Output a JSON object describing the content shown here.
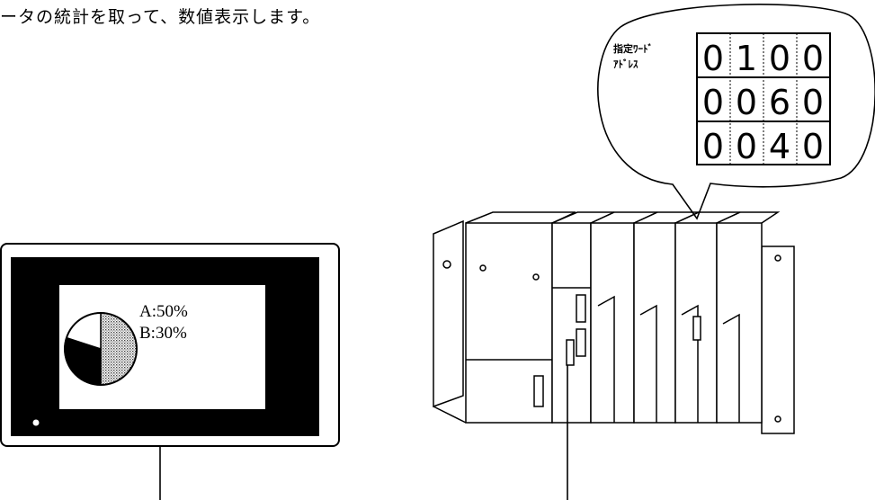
{
  "caption": "ータの統計を取って、数値表示します。",
  "display": {
    "labels": [
      "A:50%",
      "B:30%"
    ],
    "pie": {
      "slices": [
        {
          "label": "A",
          "value": 50,
          "fill": "#c8c8c8"
        },
        {
          "label": "B",
          "value": 30,
          "fill": "#000000"
        },
        {
          "label": "",
          "value": 20,
          "fill": "#ffffff"
        }
      ]
    }
  },
  "bubble": {
    "label_line1": "指定ﾜｰﾄﾞ",
    "label_line2": "ｱﾄﾞﾚｽ",
    "rows": [
      [
        "0",
        "1",
        "0",
        "0"
      ],
      [
        "0",
        "0",
        "6",
        "0"
      ],
      [
        "0",
        "0",
        "4",
        "0"
      ]
    ]
  }
}
